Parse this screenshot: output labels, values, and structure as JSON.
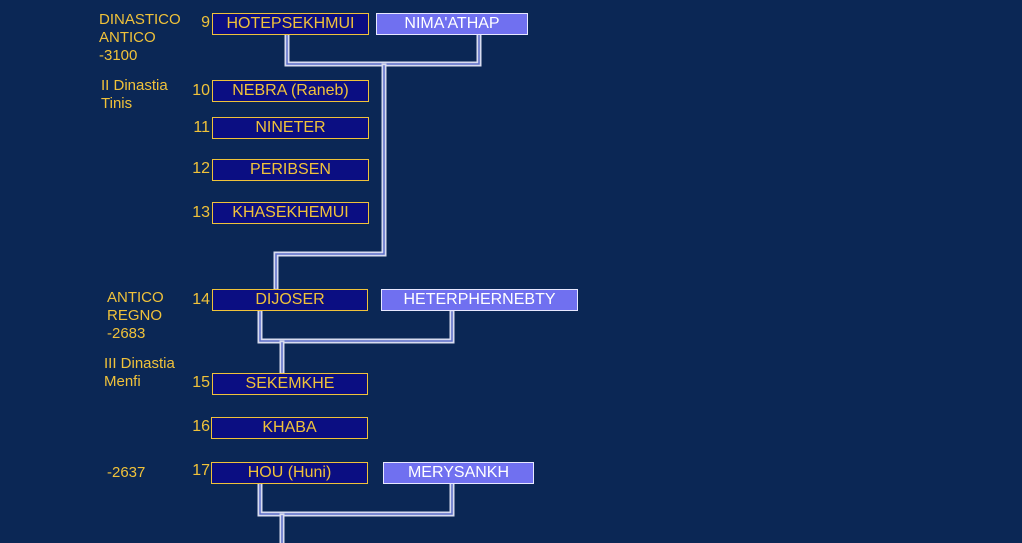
{
  "eras": [
    {
      "text": "DINASTICO\nANTICO\n-3100"
    },
    {
      "text": "II Dinastia\nTinis"
    },
    {
      "text": "ANTICO\nREGNO\n-2683"
    },
    {
      "text": "III Dinastia\nMenfi"
    },
    {
      "text": "-2637"
    }
  ],
  "rulers": [
    {
      "num": "9",
      "name": "HOTEPSEKHMUI"
    },
    {
      "num": "10",
      "name": "NEBRA (Raneb)"
    },
    {
      "num": "11",
      "name": "NINETER"
    },
    {
      "num": "12",
      "name": "PERIBSEN"
    },
    {
      "num": "13",
      "name": "KHASEKHEMUI"
    },
    {
      "num": "14",
      "name": "DIJOSER"
    },
    {
      "num": "15",
      "name": "SEKEMKHE"
    },
    {
      "num": "16",
      "name": "KHABA"
    },
    {
      "num": "17",
      "name": "HOU (Huni)"
    }
  ],
  "consorts": [
    {
      "name": "NIMA'ATHAP"
    },
    {
      "name": "HETERPHERNEBTY"
    },
    {
      "name": "MERYSANKH"
    }
  ],
  "colors": {
    "background": "#0b2755",
    "ruler_fill": "#0b0e82",
    "ruler_text": "#f0c23a",
    "consort_fill": "#7070f0",
    "consort_text": "#ffffff",
    "connector": "#d8dcf0"
  }
}
